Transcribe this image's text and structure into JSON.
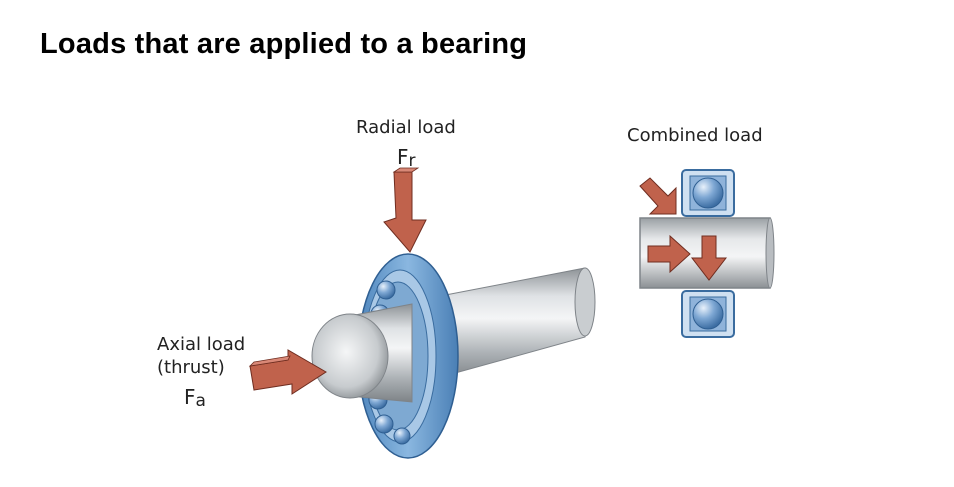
{
  "title": "Loads that are applied to a bearing",
  "radial": {
    "label": "Radial load",
    "symbol": "F",
    "subscript": "r"
  },
  "axial": {
    "line1": "Axial load",
    "line2": "(thrust)",
    "symbol": "F",
    "subscript": "a"
  },
  "combined": {
    "label": "Combined load"
  },
  "colors": {
    "arrow": "#c0624c",
    "bearing_blue": "#6a9ed0",
    "shaft_gray": "#b7bbbf"
  }
}
